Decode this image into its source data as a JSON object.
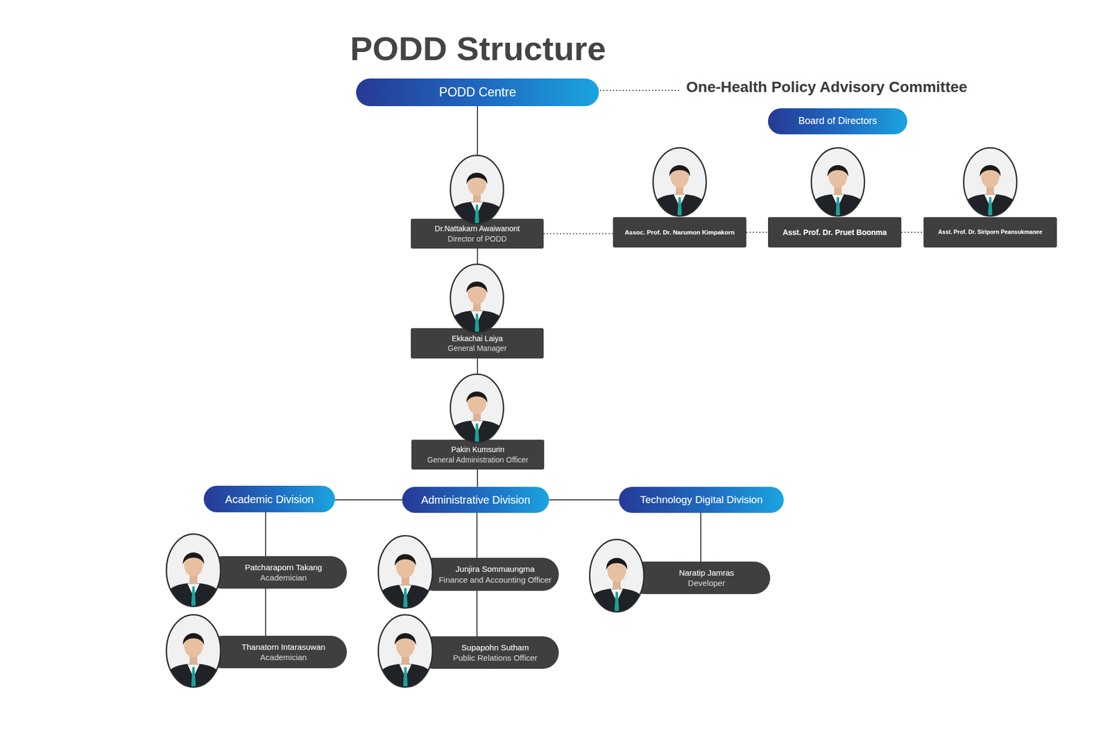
{
  "diagram": {
    "title": "PODD Structure",
    "nodes": [
      {
        "text": [
          "PODD Centre"
        ]
      },
      {
        "text": [
          "Board of Directors"
        ]
      },
      {
        "text": [
          "Dr.Nattakarn Awaiwanont",
          "Director of PODD"
        ]
      },
      {
        "text": [
          "Assoc. Prof. Dr. Narumon Kimpakorn"
        ]
      },
      {
        "text": [
          "Asst. Prof. Dr. Pruet Boonma"
        ]
      },
      {
        "text": [
          "Asst. Prof. Dr. Siriporn Peansukmanee"
        ]
      },
      {
        "text": [
          "Ekkachai Laiya",
          "General Manager"
        ]
      },
      {
        "text": [
          "Pakin Kumsurin",
          "General Administration Officer"
        ]
      },
      {
        "text": [
          "Academic Division"
        ]
      },
      {
        "text": [
          "Administrative Division"
        ]
      },
      {
        "text": [
          "Technology Digital Division"
        ]
      },
      {
        "text": [
          "Patcharaporn Takang",
          "Academician"
        ]
      },
      {
        "text": [
          "Junjira Sommaungma",
          "Finance and Accounting Officer"
        ]
      },
      {
        "text": [
          "Naratip Jamras",
          "Developer"
        ]
      },
      {
        "text": [
          "Thanatorn Intarasuwan",
          "Academician"
        ]
      },
      {
        "text": [
          "Supapohn Sutham",
          "Public Relations Officer"
        ]
      }
    ],
    "edges": [
      {
        "from": 0,
        "to": 2,
        "arrow": "none"
      },
      {
        "from": 2,
        "to": 3,
        "arrow": "none"
      },
      {
        "from": 3,
        "to": 4,
        "arrow": "none"
      },
      {
        "from": 4,
        "to": 5,
        "arrow": "none"
      },
      {
        "from": 2,
        "to": 6,
        "arrow": "none"
      },
      {
        "from": 6,
        "to": 7,
        "arrow": "none"
      },
      {
        "from": 7,
        "to": 9,
        "arrow": "none"
      },
      {
        "from": 9,
        "to": 8,
        "arrow": "none"
      },
      {
        "from": 9,
        "to": 10,
        "arrow": "none"
      },
      {
        "from": 8,
        "to": 11,
        "arrow": "none"
      },
      {
        "from": 11,
        "to": 14,
        "arrow": "none"
      },
      {
        "from": 9,
        "to": 12,
        "arrow": "none"
      },
      {
        "from": 12,
        "to": 15,
        "arrow": "none"
      },
      {
        "from": 10,
        "to": 13,
        "arrow": "none"
      }
    ],
    "labels": [
      "One-Health Policy Advisory Committee"
    ]
  }
}
